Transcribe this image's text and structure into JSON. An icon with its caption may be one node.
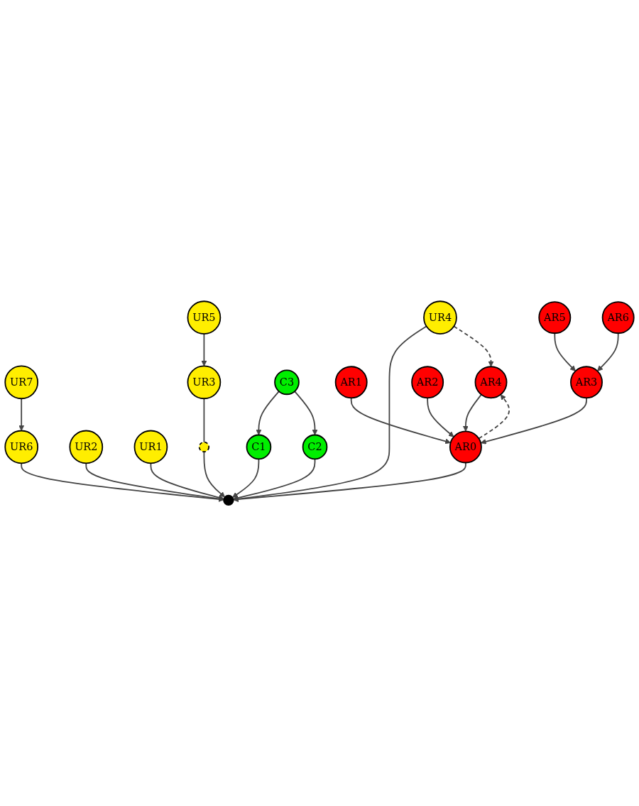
{
  "diagram": {
    "nodes": [
      {
        "text": [
          "UR7"
        ]
      },
      {
        "text": [
          "UR5"
        ]
      },
      {
        "text": [
          "UR6"
        ]
      },
      {
        "text": [
          "UR2"
        ]
      },
      {
        "text": [
          "UR3"
        ]
      },
      {
        "text": [
          "UR1"
        ]
      },
      {
        "text": [
          "UR4"
        ]
      },
      {
        "text": [],
        "shape": "circle"
      },
      {
        "text": [
          "C1"
        ]
      },
      {
        "text": [
          "C3"
        ]
      },
      {
        "text": [],
        "shape": "circle"
      },
      {
        "text": [
          "C2"
        ]
      },
      {
        "text": [
          "AR0"
        ]
      },
      {
        "text": [
          "AR1"
        ]
      },
      {
        "text": [
          "AR4"
        ]
      },
      {
        "text": [
          "AR2"
        ]
      },
      {
        "text": [
          "AR3"
        ]
      },
      {
        "text": [
          "AR5"
        ]
      },
      {
        "text": [
          "AR6"
        ]
      }
    ],
    "edges": [
      {
        "from": 0,
        "to": 2,
        "arrow": "to"
      },
      {
        "from": 1,
        "to": 4,
        "arrow": "to"
      },
      {
        "from": 5,
        "to": 10,
        "arrow": "to"
      },
      {
        "from": 3,
        "to": 10,
        "arrow": "to"
      },
      {
        "from": 2,
        "to": 10,
        "arrow": "to"
      },
      {
        "from": 4,
        "to": 7,
        "arrow": "none"
      },
      {
        "from": 7,
        "to": 10,
        "arrow": "to"
      },
      {
        "from": 6,
        "to": 10,
        "arrow": "to"
      },
      {
        "from": 6,
        "to": 14,
        "arrow": "to",
        "style": "dashed"
      },
      {
        "from": 9,
        "to": 8,
        "arrow": "to"
      },
      {
        "from": 9,
        "to": 11,
        "arrow": "to"
      },
      {
        "from": 8,
        "to": 10,
        "arrow": "to"
      },
      {
        "from": 11,
        "to": 10,
        "arrow": "to"
      },
      {
        "from": 12,
        "to": 10,
        "arrow": "to"
      },
      {
        "from": 12,
        "to": 14,
        "arrow": "to",
        "style": "dashed"
      },
      {
        "from": 14,
        "to": 12,
        "arrow": "to"
      },
      {
        "from": 13,
        "to": 12,
        "arrow": "to"
      },
      {
        "from": 15,
        "to": 12,
        "arrow": "to"
      },
      {
        "from": 16,
        "to": 12,
        "arrow": "to"
      },
      {
        "from": 17,
        "to": 16,
        "arrow": "to"
      },
      {
        "from": 18,
        "to": 16,
        "arrow": "to"
      }
    ]
  }
}
